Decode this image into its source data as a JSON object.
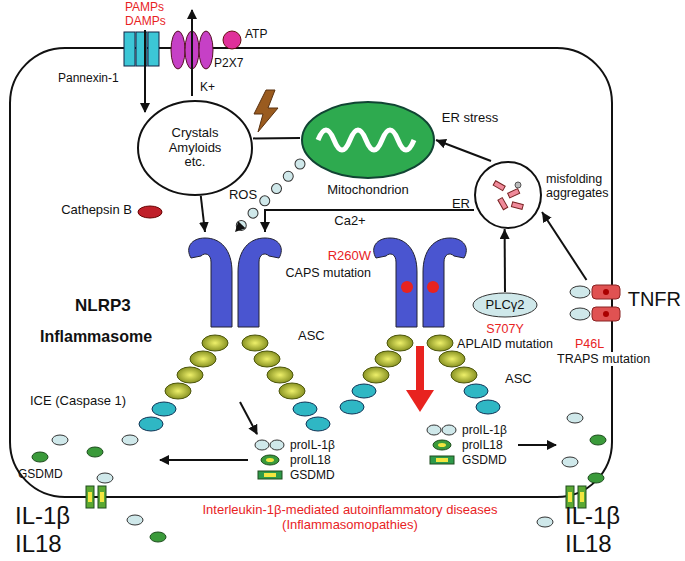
{
  "diagram": {
    "nodes": [
      {
        "text": [
          "Crystals Amyloids etc."
        ]
      },
      {
        "text": [
          "Mitochondrion"
        ]
      },
      {
        "text": [
          "Cathepsin B"
        ]
      },
      {
        "text": [
          "ER"
        ]
      },
      {
        "text": [
          "NLRP3",
          "Inflammasome",
          "ASC",
          "ICE (Caspase 1)"
        ]
      },
      {
        "text": [
          "R260W",
          "CAPS mutation",
          "ASC"
        ]
      },
      {
        "text": [
          "PLCγ2",
          "S707Y",
          "APLAID mutation"
        ]
      },
      {
        "text": [
          "TNFR",
          "P46L",
          "TRAPS mutation"
        ]
      }
    ],
    "edges": [
      {
        "from": 0,
        "to": 1,
        "arrow": "none"
      },
      {
        "from": 0,
        "to": 4,
        "arrow": "to"
      },
      {
        "from": 1,
        "to": 4,
        "label": "ROS",
        "arrow": "to"
      },
      {
        "from": 3,
        "to": 1,
        "label": "ER stress",
        "arrow": "to"
      },
      {
        "from": 3,
        "to": 4,
        "label": "Ca2+",
        "arrow": "to"
      },
      {
        "from": 6,
        "to": 3,
        "arrow": "to"
      },
      {
        "from": 7,
        "to": 3,
        "arrow": "to"
      }
    ],
    "labels": [
      "PAMPs",
      "DAMPs",
      "ATP",
      "Pannexin-1",
      "P2X7",
      "K+",
      "misfolding aggregates",
      "proIL-1β",
      "proIL18",
      "GSDMD",
      "proIL-1β",
      "proIL18",
      "GSDMD",
      "GSDMD",
      "IL-1β",
      "IL18",
      "IL-1β",
      "IL18",
      "Interleukin-1β-mediated autoinflammatory diseases (Inflammasomopathies)"
    ]
  }
}
